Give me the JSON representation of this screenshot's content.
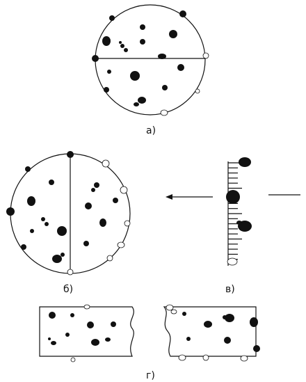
{
  "panels": {
    "a": {
      "label": "а)"
    },
    "b": {
      "label": "б)"
    },
    "v": {
      "label": "в)"
    },
    "g": {
      "label": "г)"
    }
  },
  "colors": {
    "ink": "#111111",
    "paper": "#ffffff"
  }
}
